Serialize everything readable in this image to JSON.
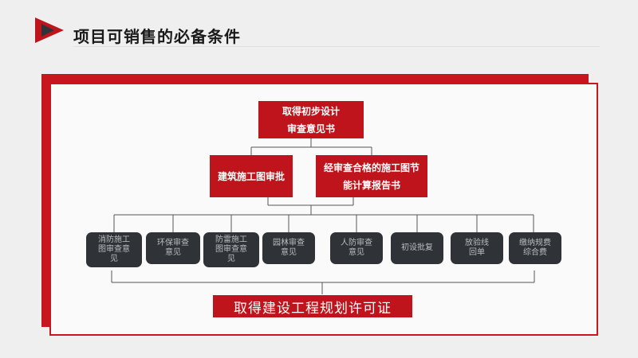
{
  "header": {
    "title": "项目可销售的必备条件"
  },
  "colors": {
    "accent": "#c0141c",
    "dark_box": "#2f3236",
    "dark_box_text": "#b9bec4"
  },
  "diagram": {
    "top": [
      "取得初步设计",
      "审查意见书"
    ],
    "mid_left": "建筑施工图审批",
    "mid_right": [
      "经审查合格的施工图节",
      "能计算报告书"
    ],
    "items": [
      [
        "消防施工",
        "图审查意",
        "见"
      ],
      [
        "环保审查",
        "意见"
      ],
      [
        "防雷施工",
        "图审查意",
        "见"
      ],
      [
        "园林审查",
        "意见"
      ],
      [
        "人防审查",
        "意见"
      ],
      [
        "初设批复"
      ],
      [
        "放验线",
        "回单"
      ],
      [
        "缴纳规费",
        "综合费"
      ]
    ],
    "final": "取得建设工程规划许可证"
  }
}
